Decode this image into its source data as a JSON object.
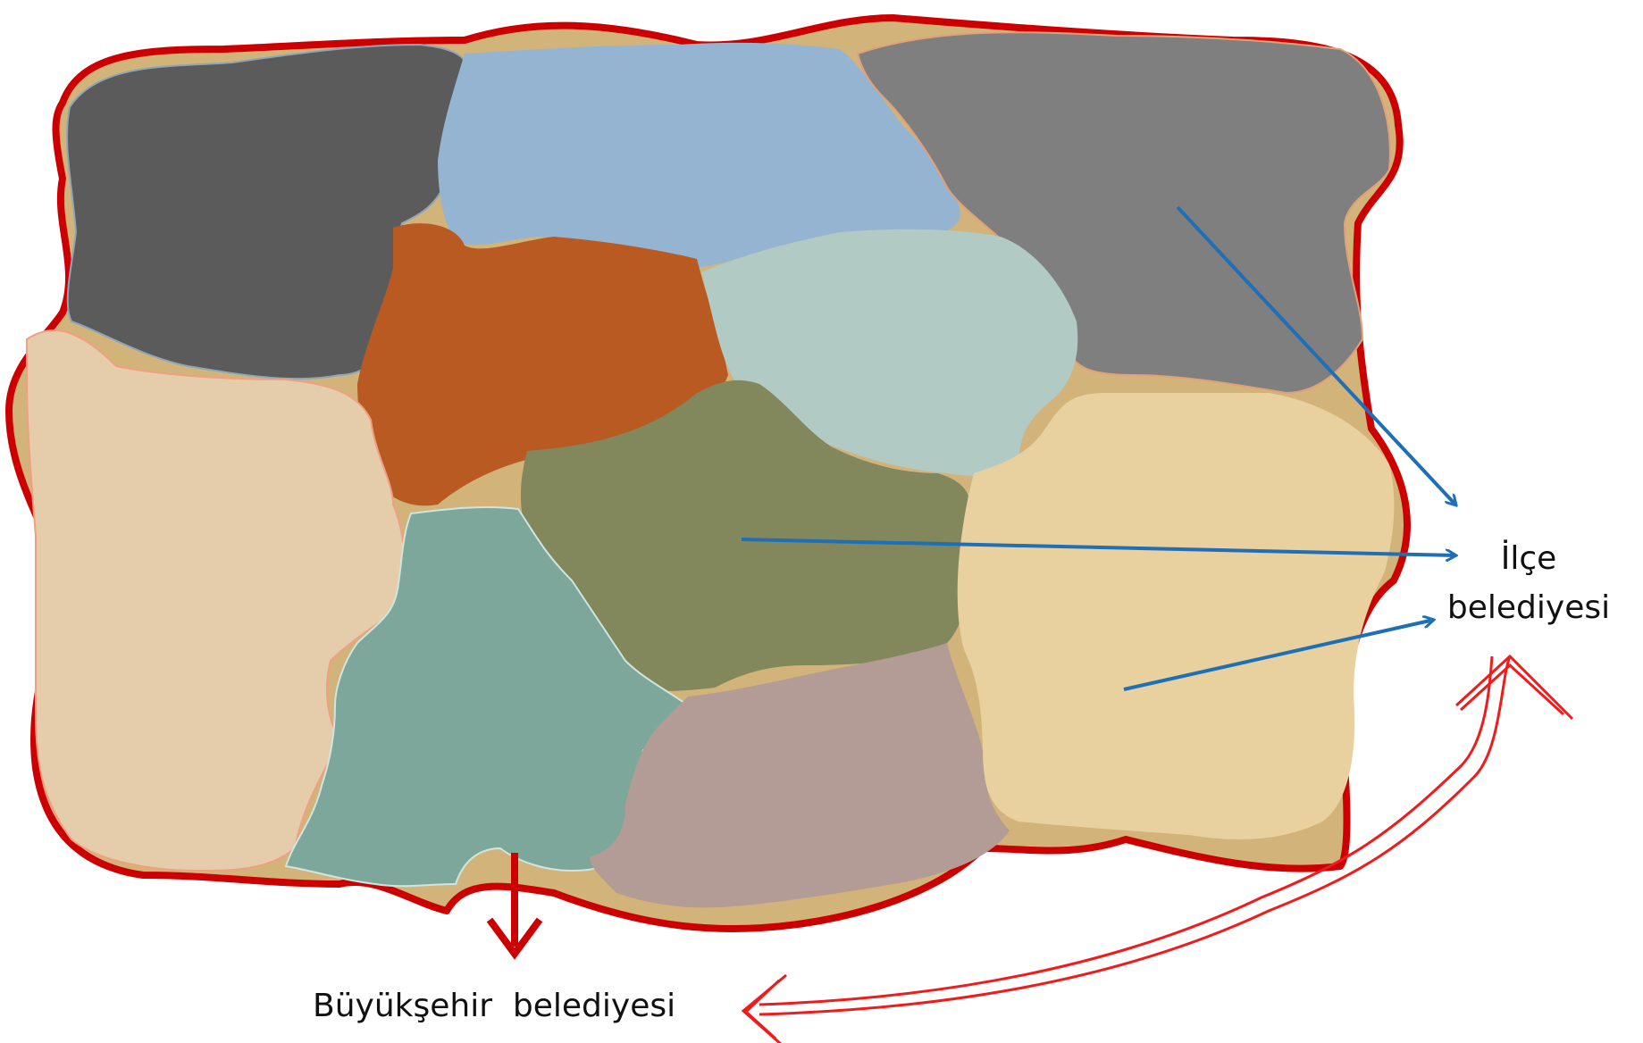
{
  "labels": {
    "district_municipality": [
      "İlçe",
      "belediyesi"
    ],
    "metropolitan_municipality": "Büyükşehir  belediyesi"
  },
  "colors": {
    "background": "#ffffff",
    "outer_fill": "#d2b37a",
    "metro_border": "#cc0000",
    "district_arrows": "#1f6fb7",
    "return_arrow": "#ee1c1c",
    "regions": {
      "top_left": "#5b5b5b",
      "top_middle": "#95b4d1",
      "top_right": "#7f7f7f",
      "center_rust": "#b85a22",
      "center_mint": "#b1cac3",
      "center_olive": "#82875c",
      "left_tan": "#e5ccaa",
      "right_sand": "#e8d19f",
      "bottom_teal": "#7ea79c",
      "bottom_mauve": "#b29c95"
    }
  },
  "icons": {
    "district_arrows": "arrow-right-icon",
    "metropolitan_arrow": "arrow-down-icon",
    "return_arrow": "curved-double-arrow-icon"
  }
}
